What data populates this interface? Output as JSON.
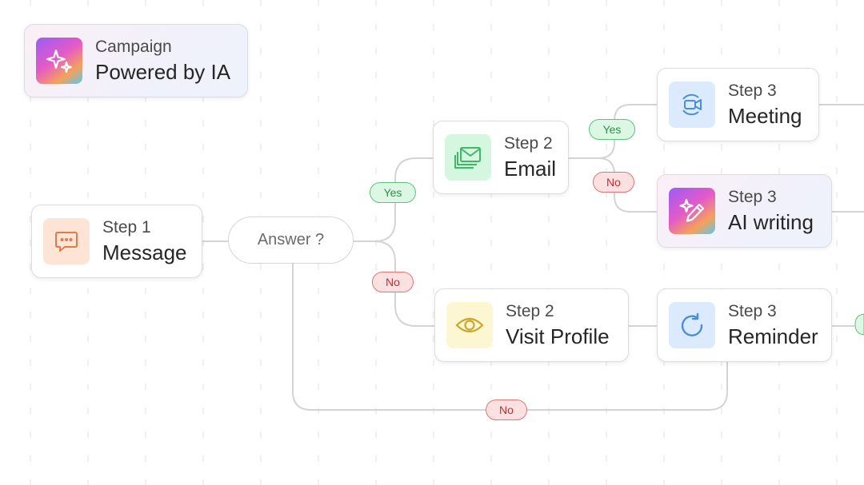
{
  "campaign": {
    "label": "Campaign",
    "title": "Powered by IA",
    "icon": "sparkle-icon"
  },
  "steps": {
    "step1": {
      "step": "Step 1",
      "title": "Message",
      "icon": "chat-icon"
    },
    "email": {
      "step": "Step 2",
      "title": "Email",
      "icon": "mail-icon"
    },
    "visit": {
      "step": "Step 2",
      "title": "Visit Profile",
      "icon": "eye-icon"
    },
    "meeting": {
      "step": "Step 3",
      "title": "Meeting",
      "icon": "video-icon"
    },
    "ai": {
      "step": "Step 3",
      "title": "AI writing",
      "icon": "pen-sparkle-icon"
    },
    "reminder": {
      "step": "Step 3",
      "title": "Reminder",
      "icon": "refresh-icon"
    }
  },
  "decision": {
    "label": "Answer ?"
  },
  "branch_labels": {
    "yes": "Yes",
    "no": "No"
  },
  "colors": {
    "yes": "#5dc37b",
    "no": "#e07575",
    "connector": "#d4d4d4"
  }
}
